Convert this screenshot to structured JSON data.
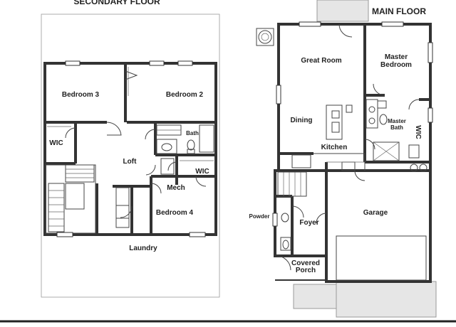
{
  "floors": {
    "secondary": {
      "heading": "SECONDARY FLOOR",
      "rooms": {
        "bedroom3": "Bedroom 3",
        "bedroom2": "Bedroom 2",
        "bath": "Bath",
        "wic_left": "WIC",
        "loft": "Loft",
        "wic_right": "WIC",
        "mech": "Mech",
        "bedroom4": "Bedroom 4",
        "laundry": "Laundry"
      }
    },
    "main": {
      "heading": "MAIN FLOOR",
      "rooms": {
        "great_room": "Great Room",
        "master_bedroom_line1": "Master",
        "master_bedroom_line2": "Bedroom",
        "dining": "Dining",
        "master_bath_line1": "Master",
        "master_bath_line2": "Bath",
        "wic": "WIC",
        "kitchen": "Kitchen",
        "garage": "Garage",
        "powder": "Powder",
        "foyer": "Foyer",
        "porch_line1": "Covered",
        "porch_line2": "Porch"
      }
    }
  },
  "colors": {
    "wall": "#333333",
    "patio": "#e6e6e6",
    "background": "#ffffff"
  }
}
